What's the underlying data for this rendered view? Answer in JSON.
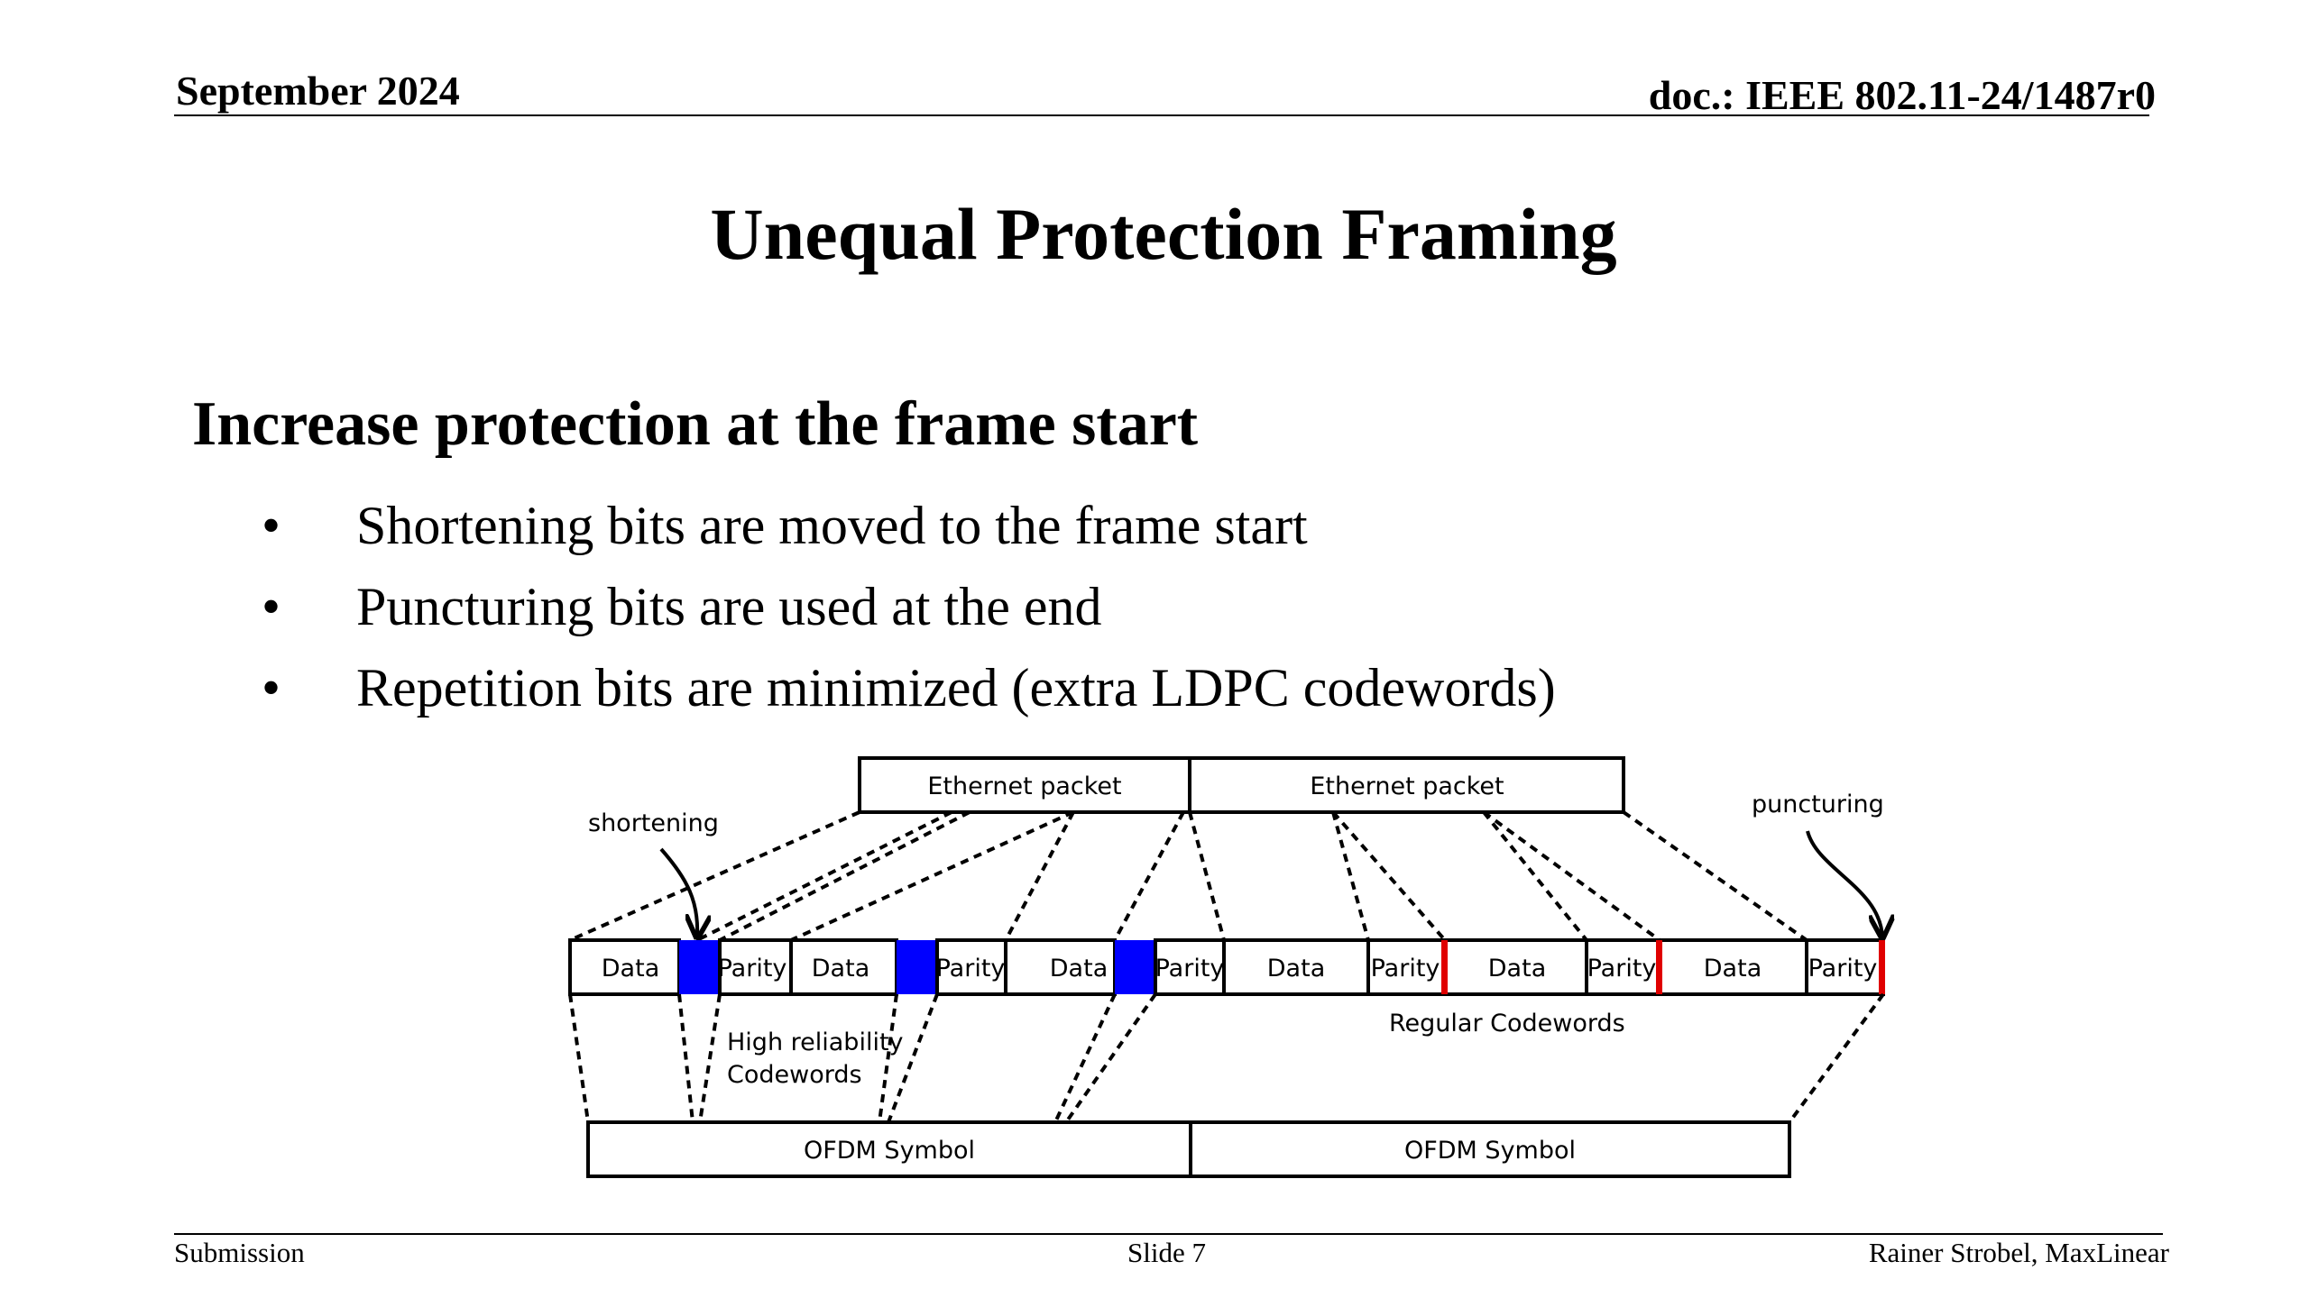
{
  "header": {
    "date": "September 2024",
    "doc_id": "doc.: IEEE 802.11-24/1487r0"
  },
  "slide": {
    "title": "Unequal Protection Framing",
    "section_heading": "Increase protection at the frame start",
    "bullet_glyph": "•",
    "bullets": [
      "Shortening bits are moved to the frame start",
      "Puncturing bits are used at the end",
      "Repetition bits are minimized (extra LDPC codewords)"
    ]
  },
  "diagram": {
    "ethernet_packets": [
      "Ethernet packet",
      "Ethernet packet"
    ],
    "annotations": {
      "shortening": "shortening",
      "puncturing": "puncturing",
      "high_reliability_line1": "High reliability",
      "high_reliability_line2": "Codewords",
      "regular_codewords": "Regular Codewords"
    },
    "codeword_labels": {
      "data": "Data",
      "parity": "Parity"
    },
    "ofdm_symbols": [
      "OFDM Symbol",
      "OFDM Symbol"
    ],
    "colors": {
      "shortening_fill": "#0000ff",
      "puncturing_mark": "#e00000",
      "outline": "#000000"
    }
  },
  "footer": {
    "left": "Submission",
    "center": "Slide 7",
    "right": "Rainer Strobel, MaxLinear"
  }
}
